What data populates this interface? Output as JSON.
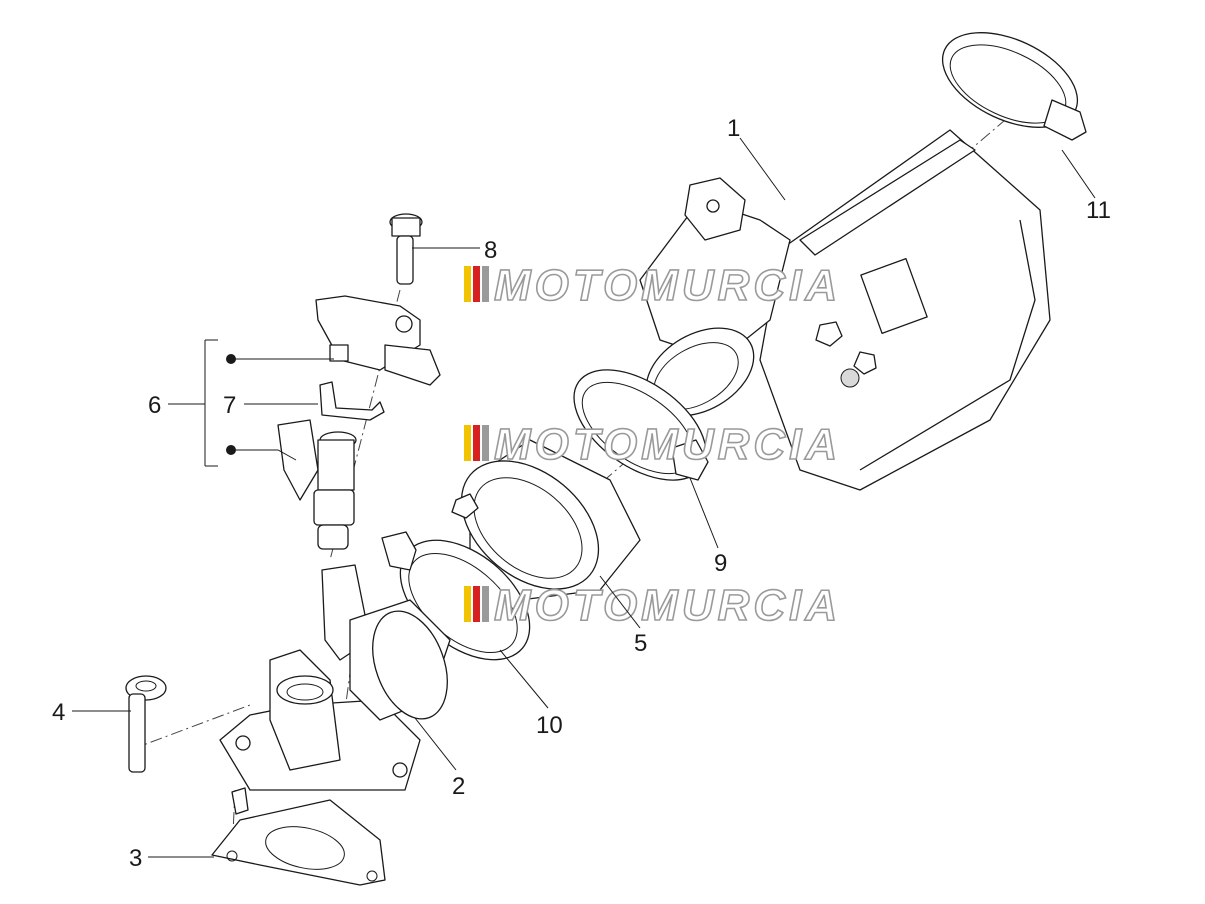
{
  "callouts": {
    "c1": "1",
    "c2": "2",
    "c3": "3",
    "c4": "4",
    "c5": "5",
    "c6": "6",
    "c7": "7",
    "c8": "8",
    "c9": "9",
    "c10": "10",
    "c11": "11"
  },
  "watermark": {
    "text": "MOTOMURCIA",
    "stripe_colors": [
      "#f2c300",
      "#d92020",
      "#9a9a9a"
    ]
  },
  "colors": {
    "line": "#1a1a1a",
    "background": "#ffffff",
    "watermark_outline": "#9a9a9a"
  }
}
